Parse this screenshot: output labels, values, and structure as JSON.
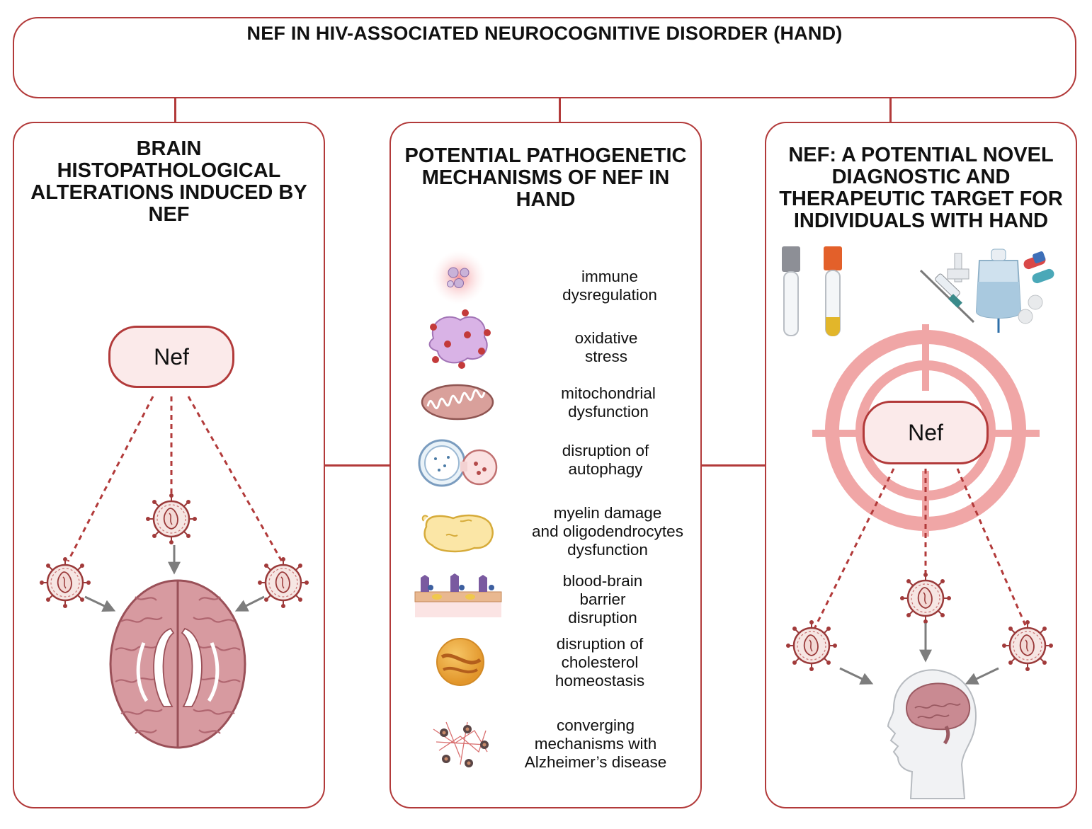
{
  "header": {
    "title": "NEF IN HIV-ASSOCIATED NEUROCOGNITIVE DISORDER (HAND)"
  },
  "panels": {
    "left": {
      "title_lines": [
        "BRAIN",
        "HISTOPATHOLOGICAL",
        "ALTERATIONS INDUCED BY",
        "NEF"
      ],
      "nef_label": "Nef"
    },
    "center": {
      "title_lines": [
        "POTENTIAL PATHOGENETIC",
        "MECHANISMS OF NEF IN",
        "HAND"
      ],
      "mechanisms": [
        {
          "lines": [
            "immune",
            "dysregulation"
          ],
          "icon": "immune-cells-icon"
        },
        {
          "lines": [
            "oxidative",
            "stress"
          ],
          "icon": "oxidative-cell-icon"
        },
        {
          "lines": [
            "mitochondrial",
            "dysfunction"
          ],
          "icon": "mitochondrion-icon"
        },
        {
          "lines": [
            "disruption of",
            "autophagy"
          ],
          "icon": "autophagosome-icon"
        },
        {
          "lines": [
            "myelin damage",
            "and oligodendrocytes",
            "dysfunction"
          ],
          "icon": "myelin-icon"
        },
        {
          "lines": [
            "blood-brain",
            "barrier",
            "disruption"
          ],
          "icon": "blood-brain-barrier-icon"
        },
        {
          "lines": [
            "disruption of",
            "cholesterol",
            "homeostasis"
          ],
          "icon": "lipoprotein-icon"
        },
        {
          "lines": [
            "converging",
            "mechanisms with",
            "Alzheimer’s disease"
          ],
          "icon": "amyloid-plaques-icon"
        }
      ]
    },
    "right": {
      "title_lines": [
        "NEF: A POTENTIAL NOVEL",
        "DIAGNOSTIC AND",
        "THERAPEUTIC TARGET FOR",
        "INDIVIDUALS WITH HAND"
      ],
      "nef_label": "Nef"
    }
  },
  "colors": {
    "accent": "#b23a3a",
    "pill_fill": "#fbeaea",
    "target": "#f0a6a6",
    "arrow": "#7d7d7d",
    "brain": "#d79aa0"
  }
}
